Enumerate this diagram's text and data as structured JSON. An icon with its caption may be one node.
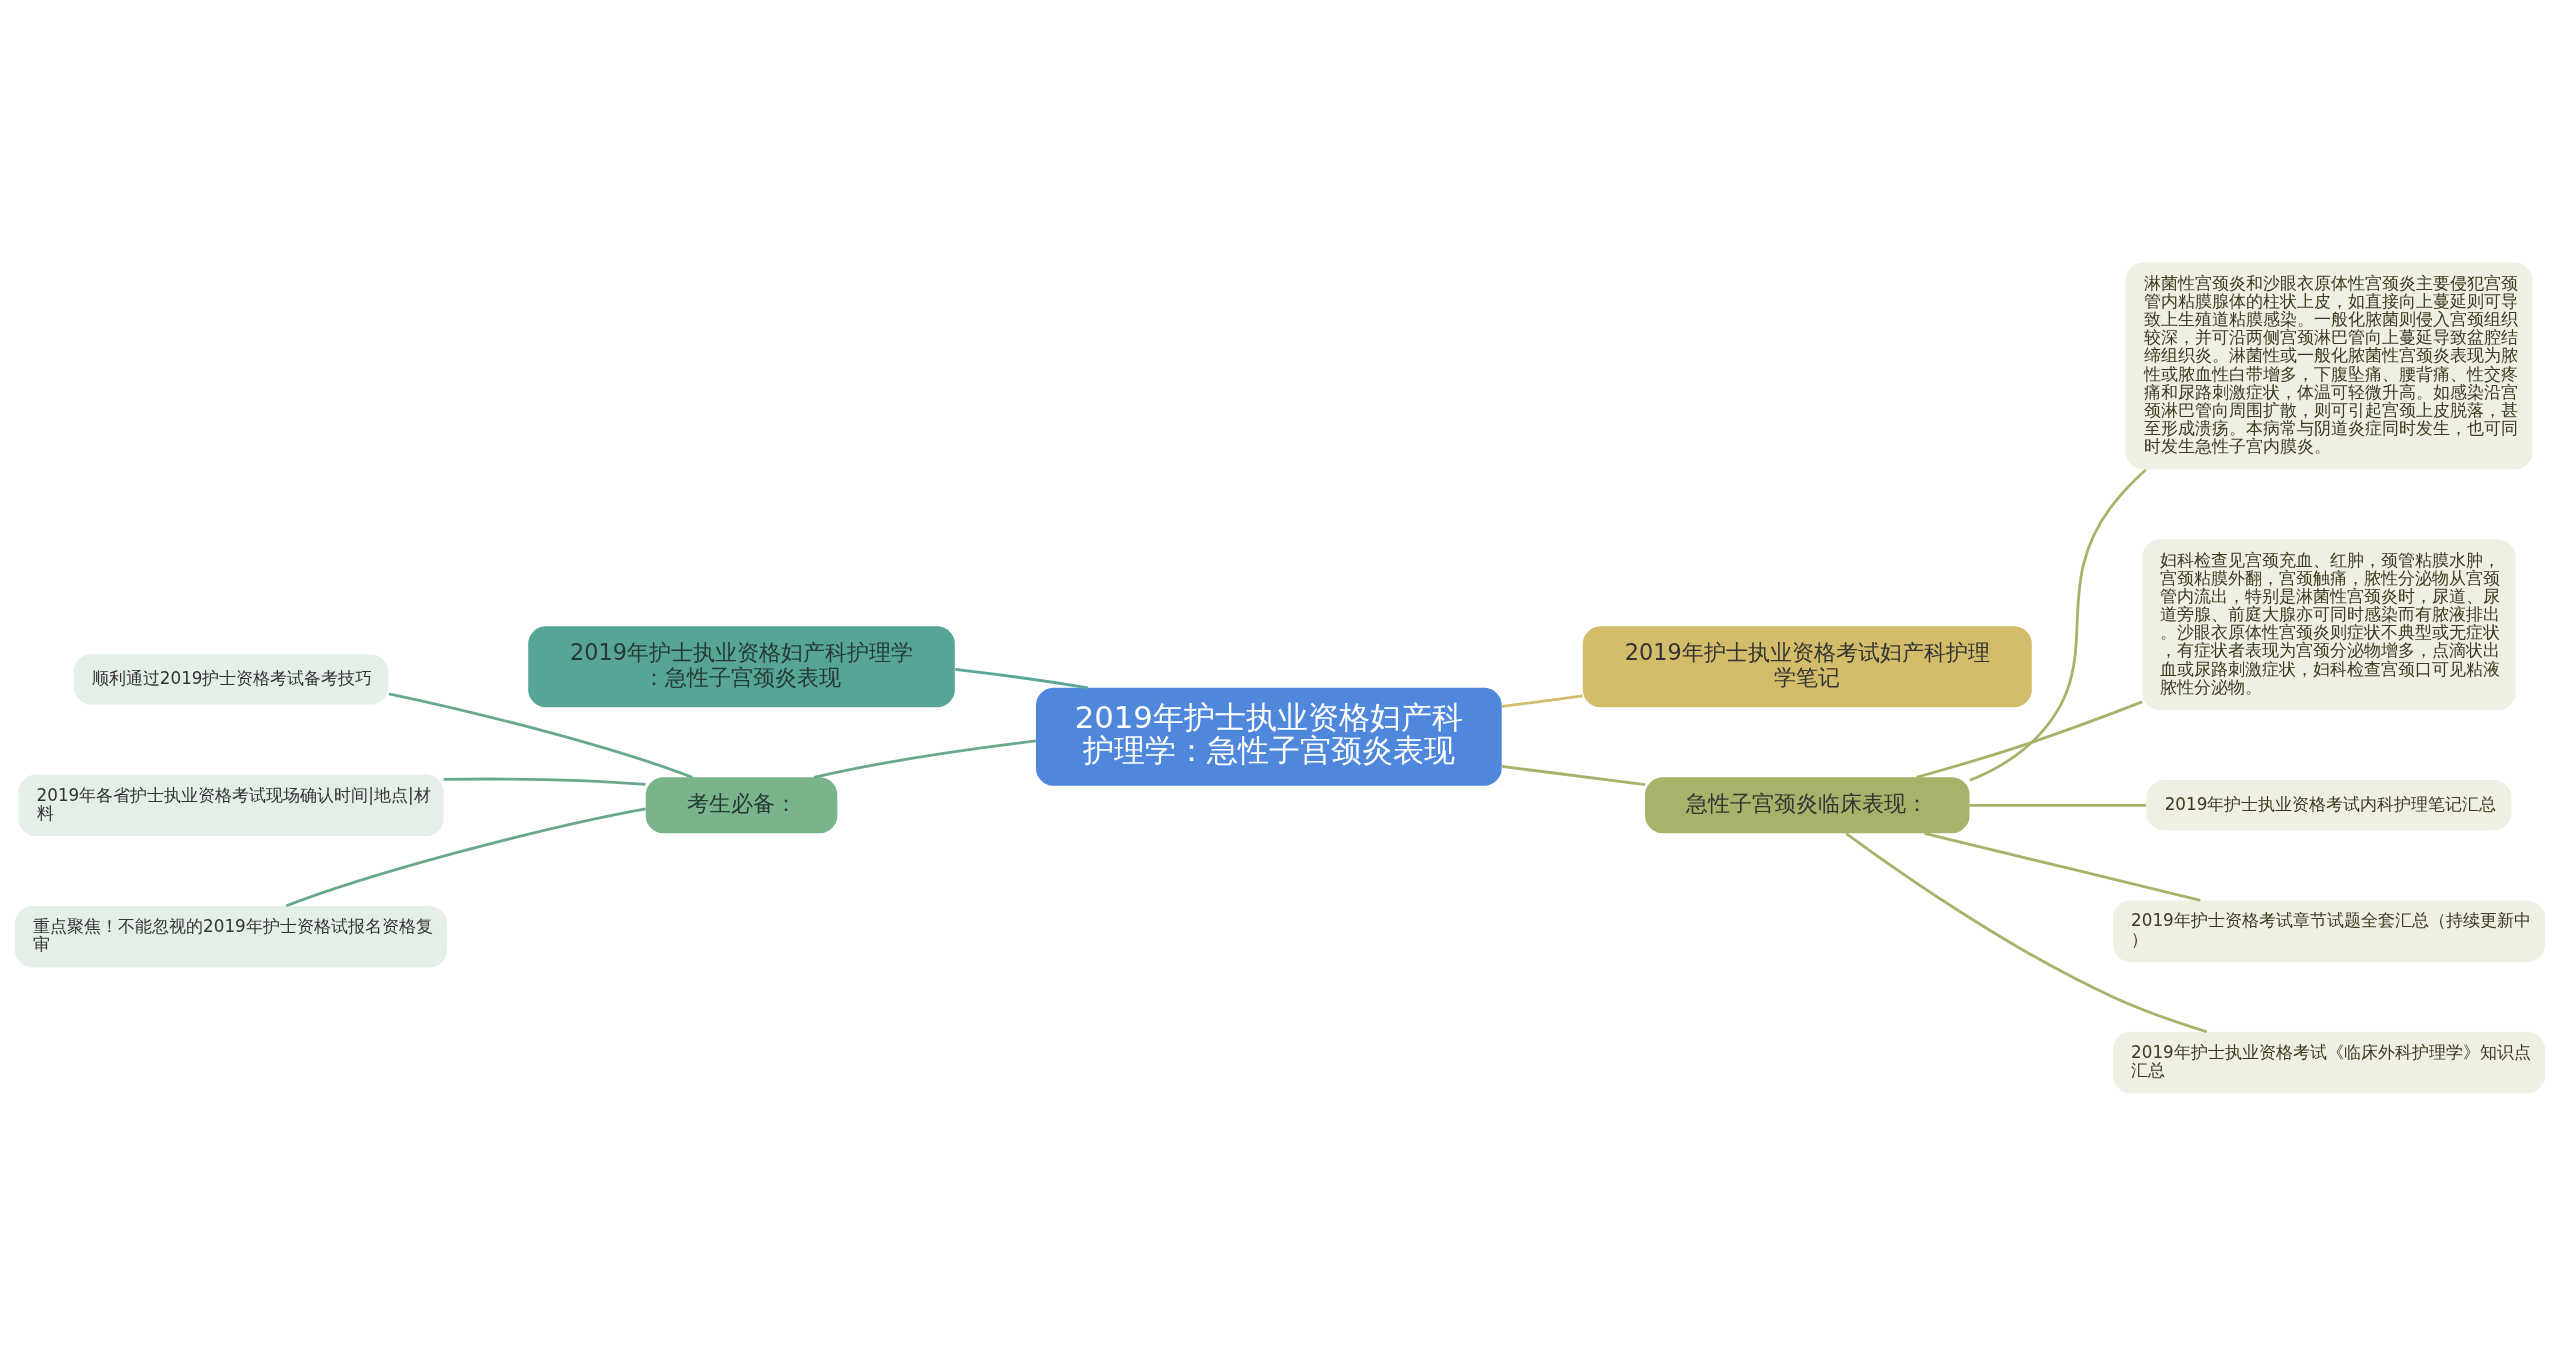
{
  "diagram": {
    "nodes": [
      {
        "text": [
          "2019年护士执业资格妇产科护理学：急性子宫颈炎表现"
        ]
      },
      {
        "text": [
          "2019年护士执业资格考试妇产科护理学笔记"
        ]
      },
      {
        "text": [
          "2019年护士执业资格妇产科护理学：急性子宫颈炎表现"
        ]
      },
      {
        "text": [
          "考生必备："
        ]
      },
      {
        "text": [
          "顺利通过2019护士资格考试备考技巧"
        ]
      },
      {
        "text": [
          "2019年各省护士执业资格考试现场确认时间|地点|材料"
        ]
      },
      {
        "text": [
          "重点聚焦！不能忽视的2019年护士资格试报名资格复审"
        ]
      },
      {
        "text": [
          "急性子宫颈炎临床表现："
        ]
      },
      {
        "text": [
          "淋菌性宫颈炎和沙眼衣原体性宫颈炎主要侵犯宫颈管内粘膜腺体的柱状上皮，如直接向上蔓延则可导致上生殖道粘膜感染。一般化脓菌则侵入宫颈组织较深，并可沿两侧宫颈淋巴管向上蔓延导致盆腔结缔组织炎。淋菌性或一般化脓菌性宫颈炎表现为脓性或脓血性白带增多，下腹坠痛、腰背痛、性交疼痛和尿路刺激症状，体温可轻微升高。如感染沿宫颈淋巴管向周围扩散，则可引起宫颈上皮脱落，甚至形成溃疡。本病常与阴道炎症同时发生，也可同时发生急性子宫内膜炎。"
        ]
      },
      {
        "text": [
          "妇科检查见宫颈充血、红肿，颈管粘膜水肿，宫颈粘膜外翻，宫颈触痛，脓性分泌物从宫颈管内流出，特别是淋菌性宫颈炎时，尿道、尿道旁腺、前庭大腺亦可同时感染而有脓液排出。沙眼衣原体性宫颈炎则症状不典型或无症状，有症状者表现为宫颈分泌物增多，点滴状出血或尿路刺激症状，妇科检查宫颈口可见粘液脓性分泌物。"
        ]
      },
      {
        "text": [
          "2019年护士执业资格考试内科护理笔记汇总"
        ]
      },
      {
        "text": [
          "2019年护士资格考试章节试题全套汇总（持续更新中）"
        ]
      },
      {
        "text": [
          "2019年护士执业资格考试《临床外科护理学》知识点汇总"
        ]
      }
    ],
    "edges": [
      {
        "from": 0,
        "to": 1,
        "arrow": "none",
        "color": "#d4bd6a"
      },
      {
        "from": 0,
        "to": 2,
        "arrow": "none",
        "color": "#5aa699"
      },
      {
        "from": 0,
        "to": 3,
        "arrow": "none",
        "color": "#6aa88c"
      },
      {
        "from": 3,
        "to": 4,
        "arrow": "none",
        "color": "#6aa88c"
      },
      {
        "from": 3,
        "to": 5,
        "arrow": "none",
        "color": "#6aa88c"
      },
      {
        "from": 3,
        "to": 6,
        "arrow": "none",
        "color": "#6aa88c"
      },
      {
        "from": 0,
        "to": 7,
        "arrow": "none"
      },
      {
        "from": 7,
        "to": 8,
        "arrow": "none"
      },
      {
        "from": 7,
        "to": 9,
        "arrow": "none"
      },
      {
        "from": 7,
        "to": 10,
        "arrow": "none"
      },
      {
        "from": 7,
        "to": 11,
        "arrow": "none"
      },
      {
        "from": 7,
        "to": 12,
        "arrow": "none"
      }
    ]
  }
}
